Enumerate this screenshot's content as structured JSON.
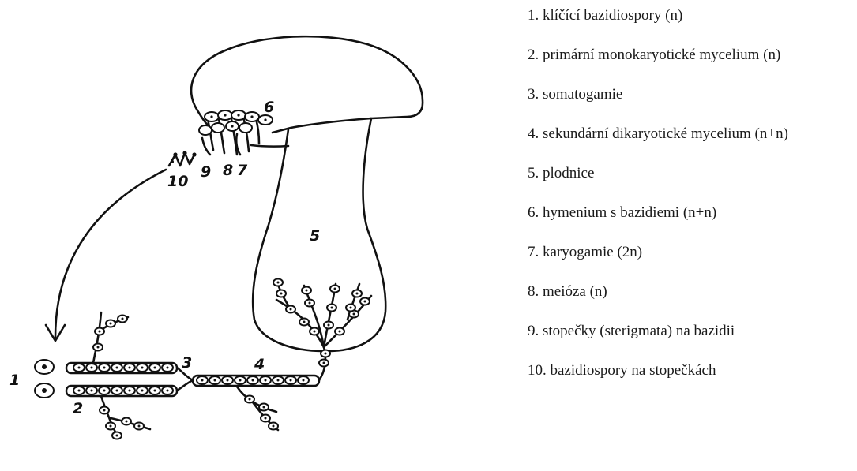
{
  "diagram": {
    "labels": {
      "n1": "1",
      "n2": "2",
      "n3": "3",
      "n4": "4",
      "n5": "5",
      "n6": "6",
      "n7": "7",
      "n8": "8",
      "n9": "9",
      "n10": "10"
    }
  },
  "legend": {
    "items": [
      "1. klíčící bazidiospory (n)",
      "2. primární monokaryotické mycelium (n)",
      "3. somatogamie",
      "4. sekundární dikaryotické mycelium (n+n)",
      "5. plodnice",
      "6. hymenium s bazidiemi (n+n)",
      "7. karyogamie (2n)",
      "8. meióza (n)",
      "9. stopečky (sterigmata) na bazidii",
      "10. bazidiospory na stopečkách"
    ]
  }
}
